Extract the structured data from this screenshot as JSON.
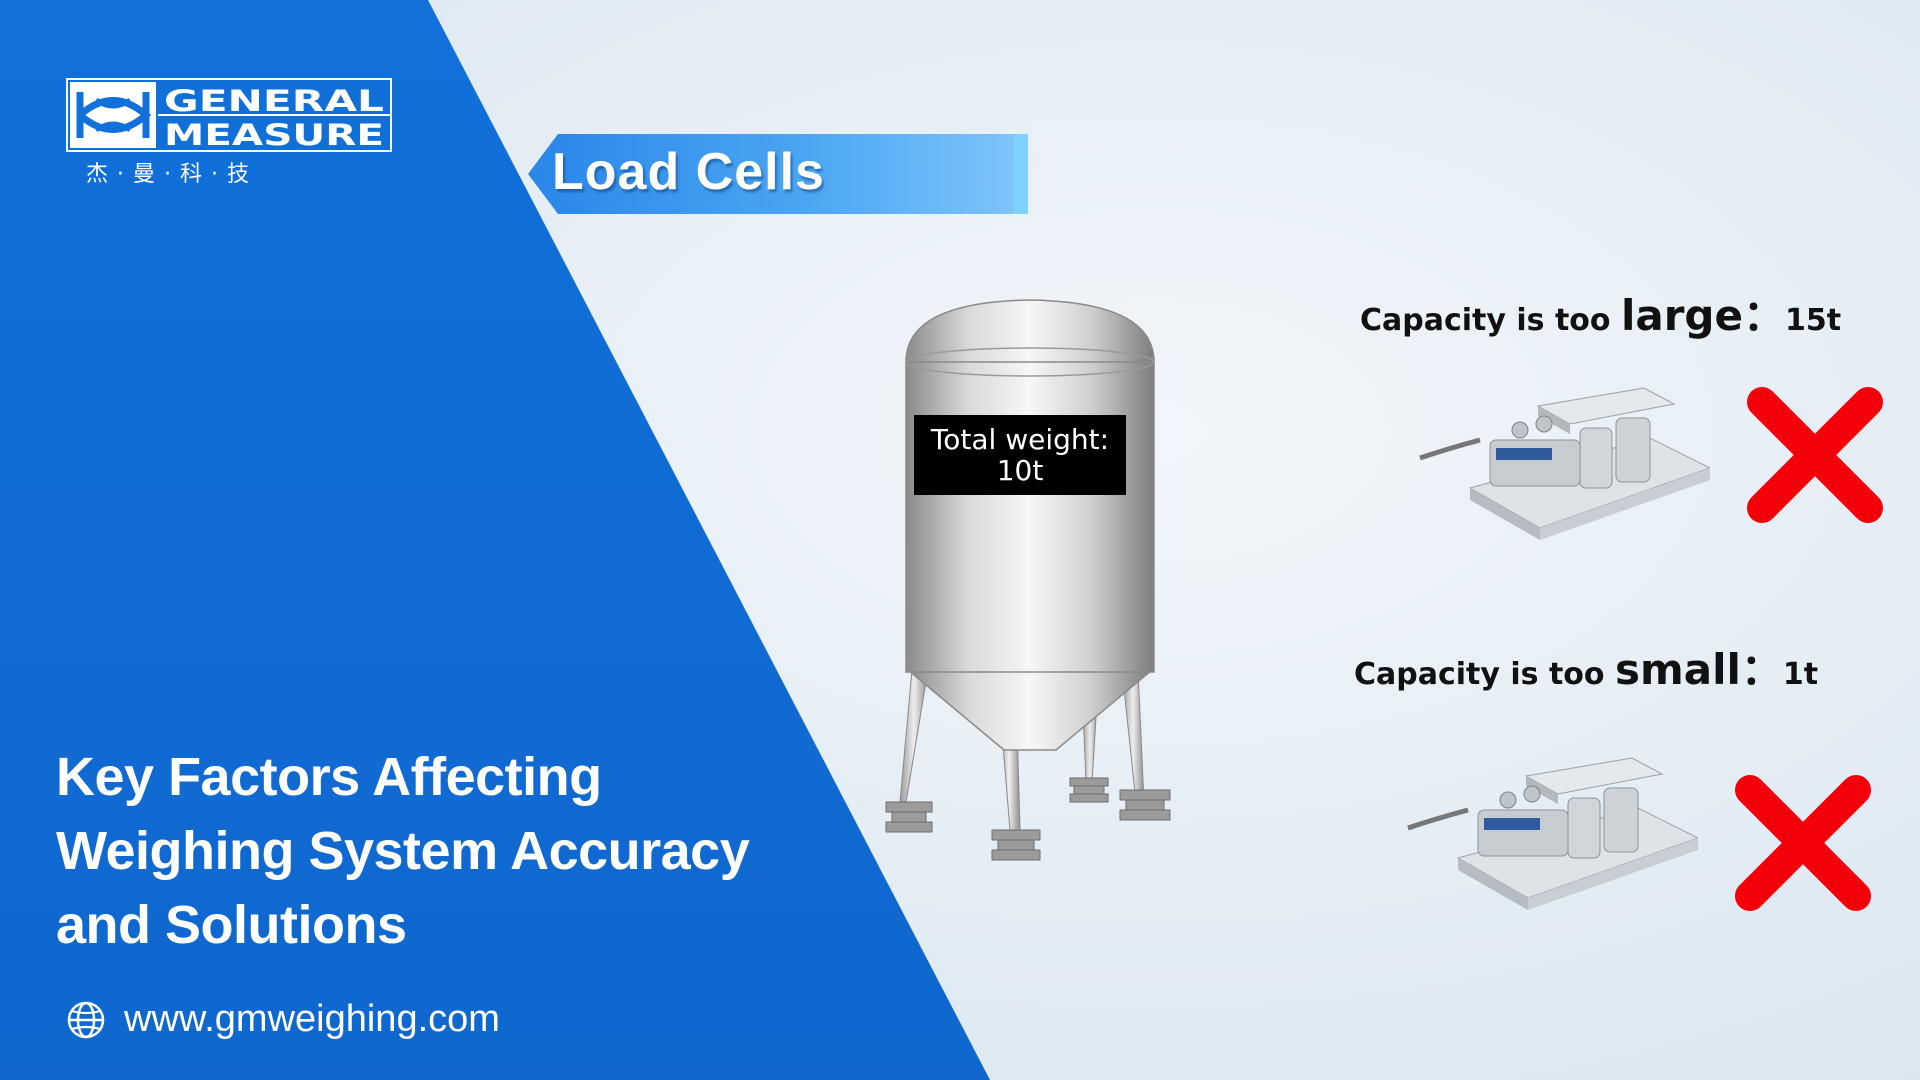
{
  "brand": {
    "name_line1": "GENERAL",
    "name_line2": "MEASURE",
    "chinese_tagline": "杰 · 曼 · 科 · 技"
  },
  "headline": {
    "line1": "Key Factors Affecting",
    "line2": "Weighing System Accuracy",
    "line3": "and Solutions"
  },
  "website": {
    "url": "www.gmweighing.com",
    "icon": "globe-icon"
  },
  "illustration": {
    "section_label": "Load Cells",
    "tank_label_line1": "Total weight:",
    "tank_label_line2": "10t",
    "cases": [
      {
        "prefix": "Capacity is too ",
        "emphasis": "large",
        "separator": "：",
        "value": "15t",
        "verdict_icon": "red-cross-icon"
      },
      {
        "prefix": "Capacity is too ",
        "emphasis": "small",
        "separator": "：",
        "value": "1t",
        "verdict_icon": "red-cross-icon"
      }
    ]
  },
  "colors": {
    "panel_blue": "#1170da",
    "tag_blue": "#2a86e8",
    "cross_red": "#f4000b",
    "background": "#e3ecf4"
  }
}
